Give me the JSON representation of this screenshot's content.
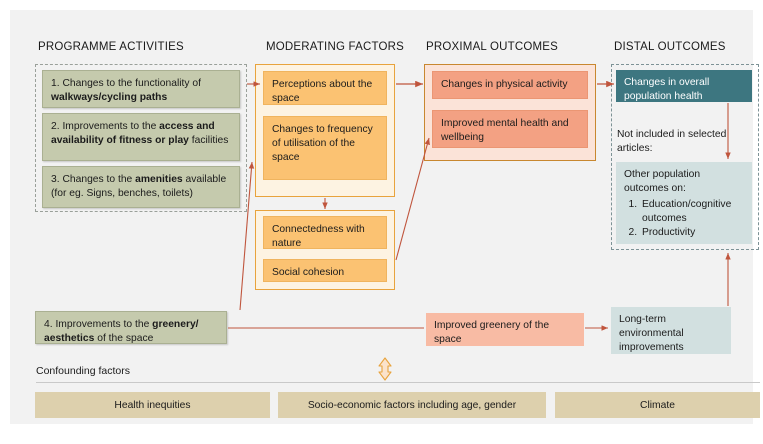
{
  "diagram": {
    "background_color": "#f2f2f2",
    "accent_colors": {
      "green": "#c5caad",
      "amber": "#fbc272",
      "salmon": "#f3a183",
      "peach": "#f8bba4",
      "teal": "#3d7680",
      "bluegrey": "#d2e0e0",
      "tan": "#ddd0ad",
      "arrow": "#c0553d"
    },
    "columns": [
      {
        "id": "programme-activities",
        "title": "PROGRAMME ACTIVITIES"
      },
      {
        "id": "moderating-factors",
        "title": "MODERATING FACTORS"
      },
      {
        "id": "proximal-outcomes",
        "title": "PROXIMAL OUTCOMES"
      },
      {
        "id": "distal-outcomes",
        "title": "DISTAL OUTCOMES"
      }
    ],
    "programme_activities": {
      "items": [
        {
          "num": "1.",
          "text_plain": "1. Changes to the functionality of ",
          "text_bold": "walkways/cycling paths",
          "text_tail": ""
        },
        {
          "num": "2.",
          "text_plain": "2. Improvements to the ",
          "text_bold": "access and availability of fitness or play",
          "text_tail": " facilities"
        },
        {
          "num": "3.",
          "text_plain": "3. Changes to the ",
          "text_bold": "amenities",
          "text_tail": " available (for eg. Signs, benches, toilets)"
        },
        {
          "num": "4.",
          "text_plain": "4. Improvements to the ",
          "text_bold": "greenery/ aesthetics",
          "text_tail": " of the space"
        }
      ]
    },
    "moderating_factors": {
      "group_a": [
        "Perceptions about the space",
        "Changes to frequency of utilisation of the space"
      ],
      "group_b": [
        "Connectedness with nature",
        "Social cohesion"
      ]
    },
    "proximal_outcomes": {
      "items": [
        "Changes in physical activity",
        "Improved mental health and wellbeing"
      ],
      "lower_item": "Improved greenery of the space"
    },
    "distal_outcomes": {
      "primary": "Changes in overall population health",
      "note": "Not included in selected articles:",
      "secondary_title": "Other population outcomes on:",
      "secondary_list": [
        "Education/cognitive outcomes",
        "Productivity"
      ],
      "lower_item": "Long-term environmental improvements"
    },
    "confounding": {
      "label": "Confounding factors",
      "updown_icon": "up-down-arrow-icon",
      "items": [
        "Health inequities",
        "Socio-economic factors including age, gender",
        "Climate"
      ]
    }
  }
}
